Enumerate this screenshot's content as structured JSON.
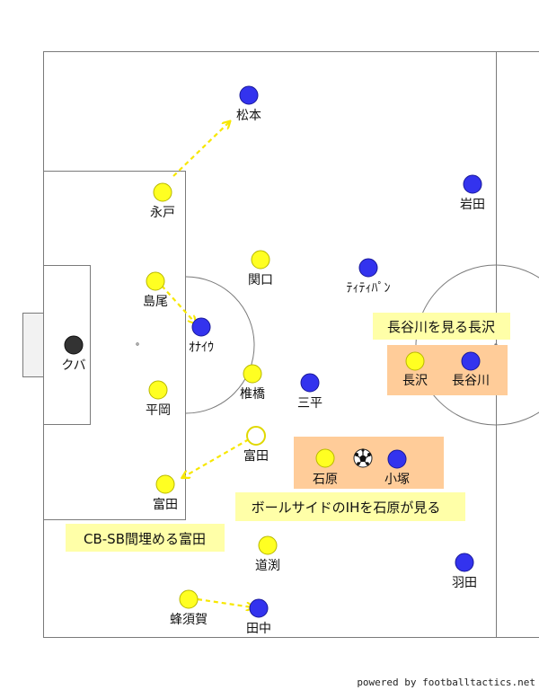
{
  "colors": {
    "pitch_line": "#7a7a7a",
    "yellow_team": "#ffff22",
    "blue_team": "#3333ee",
    "goalkeeper": "#333333",
    "arrow": "#f7e700",
    "note_bg": "#ffffa8",
    "zone_bg": "#ffcc99"
  },
  "notes": {
    "hasegawa": "長谷川を見る長沢",
    "ishihara": "ボールサイドのIHを石原が見る",
    "tomita": "CB-SB間埋める富田"
  },
  "players": {
    "kuba": "クバ",
    "nagato": "永戸",
    "shimao": "島尾",
    "hiraoka": "平岡",
    "tomita_back": "富田",
    "sekiguchi": "関口",
    "shiihashi": "椎橋",
    "ishihara": "石原",
    "michibuchi": "道渕",
    "hachisuka": "蜂須賀",
    "nagasawa": "長沢",
    "tomita_ghost": "富田",
    "matsumoto": "松本",
    "oliveira": "ｵﾅｲｳ",
    "tiago": "ﾃｨﾃｨﾊﾟﾝ",
    "sanpei": "三平",
    "kozuka": "小塚",
    "tanaka": "田中",
    "iwata": "岩田",
    "hasegawa": "長谷川",
    "haneda": "羽田"
  },
  "footer": "powered by footballtactics.net"
}
